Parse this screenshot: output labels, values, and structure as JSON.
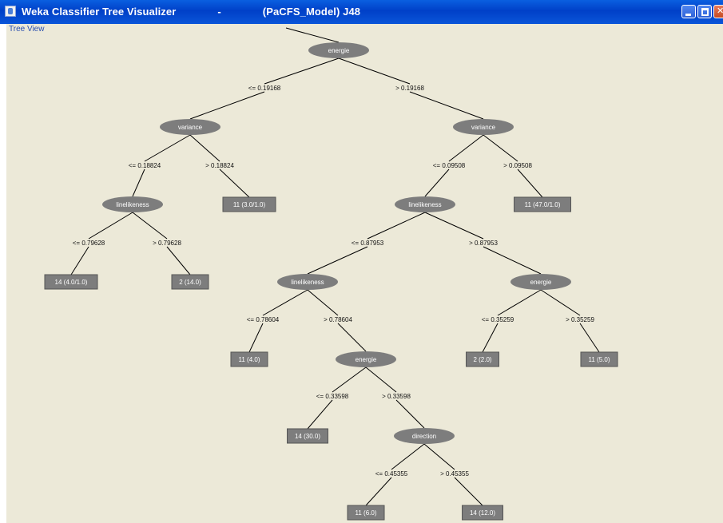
{
  "window": {
    "title": "Weka Classifier Tree Visualizer",
    "title_extra": "(PaCFS_Model) J48",
    "separator": "-"
  },
  "view": {
    "label": "Tree View"
  },
  "tree": {
    "nodes": [
      {
        "id": "n1",
        "type": "split",
        "label": "energie"
      },
      {
        "id": "n2",
        "type": "split",
        "label": "variance"
      },
      {
        "id": "n3",
        "type": "split",
        "label": "variance"
      },
      {
        "id": "n4",
        "type": "split",
        "label": "linelikeness"
      },
      {
        "id": "n5",
        "type": "split",
        "label": "linelikeness"
      },
      {
        "id": "n6",
        "type": "split",
        "label": "linelikeness"
      },
      {
        "id": "n7",
        "type": "split",
        "label": "energie"
      },
      {
        "id": "n8",
        "type": "split",
        "label": "energie"
      },
      {
        "id": "n9",
        "type": "split",
        "label": "direction"
      },
      {
        "id": "l1",
        "type": "leaf",
        "label": "11 (3.0/1.0)"
      },
      {
        "id": "l2",
        "type": "leaf",
        "label": "11 (47.0/1.0)"
      },
      {
        "id": "l3",
        "type": "leaf",
        "label": "14 (4.0/1.0)"
      },
      {
        "id": "l4",
        "type": "leaf",
        "label": "2 (14.0)"
      },
      {
        "id": "l5",
        "type": "leaf",
        "label": "11 (4.0)"
      },
      {
        "id": "l6",
        "type": "leaf",
        "label": "2 (2.0)"
      },
      {
        "id": "l7",
        "type": "leaf",
        "label": "11 (5.0)"
      },
      {
        "id": "l8",
        "type": "leaf",
        "label": "14 (30.0)"
      },
      {
        "id": "l9",
        "type": "leaf",
        "label": "11 (6.0)"
      },
      {
        "id": "l10",
        "type": "leaf",
        "label": "14 (12.0)"
      }
    ],
    "edges": [
      {
        "from": "n1",
        "to": "n2",
        "label": "<= 0.19168"
      },
      {
        "from": "n1",
        "to": "n3",
        "label": "> 0.19168"
      },
      {
        "from": "n2",
        "to": "n4",
        "label": "<= 0.18824"
      },
      {
        "from": "n2",
        "to": "l1",
        "label": "> 0.18824"
      },
      {
        "from": "n3",
        "to": "n5",
        "label": "<= 0.09508"
      },
      {
        "from": "n3",
        "to": "l2",
        "label": "> 0.09508"
      },
      {
        "from": "n4",
        "to": "l3",
        "label": "<= 0.79628"
      },
      {
        "from": "n4",
        "to": "l4",
        "label": "> 0.79628"
      },
      {
        "from": "n5",
        "to": "n6",
        "label": "<= 0.87953"
      },
      {
        "from": "n5",
        "to": "n7",
        "label": "> 0.87953"
      },
      {
        "from": "n6",
        "to": "l5",
        "label": "<= 0.78604"
      },
      {
        "from": "n6",
        "to": "n8",
        "label": "> 0.78604"
      },
      {
        "from": "n7",
        "to": "l6",
        "label": "<= 0.35259"
      },
      {
        "from": "n7",
        "to": "l7",
        "label": "> 0.35259"
      },
      {
        "from": "n8",
        "to": "l8",
        "label": "<= 0.33598"
      },
      {
        "from": "n8",
        "to": "n9",
        "label": "> 0.33598"
      },
      {
        "from": "n9",
        "to": "l9",
        "label": "<= 0.45355"
      },
      {
        "from": "n9",
        "to": "l10",
        "label": "> 0.45355"
      }
    ]
  }
}
